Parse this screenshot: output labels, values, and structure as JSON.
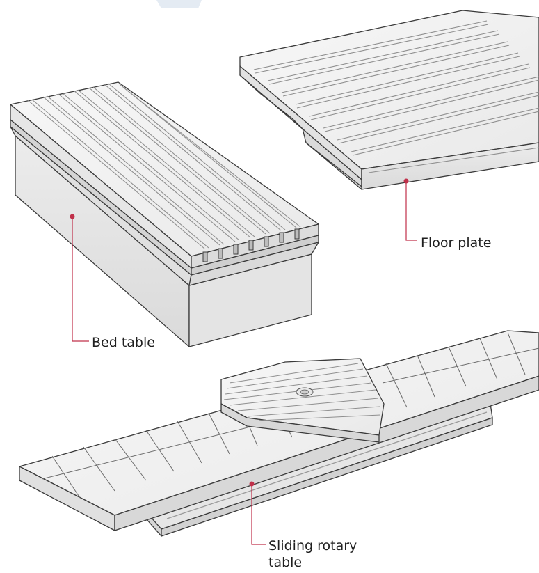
{
  "labels": {
    "floor_plate": "Floor plate",
    "bed_table": "Bed table",
    "sliding_rotary_table_line1": "Sliding rotary",
    "sliding_rotary_table_line2": "table"
  },
  "colors": {
    "leader_line": "#c0304a",
    "leader_dot": "#c0304a",
    "face_top": "#f3f3f3",
    "face_side": "#e6e6e6",
    "face_front": "#dcdcdc",
    "edge": "#3a3a3a",
    "groove": "#9a9a9a"
  }
}
